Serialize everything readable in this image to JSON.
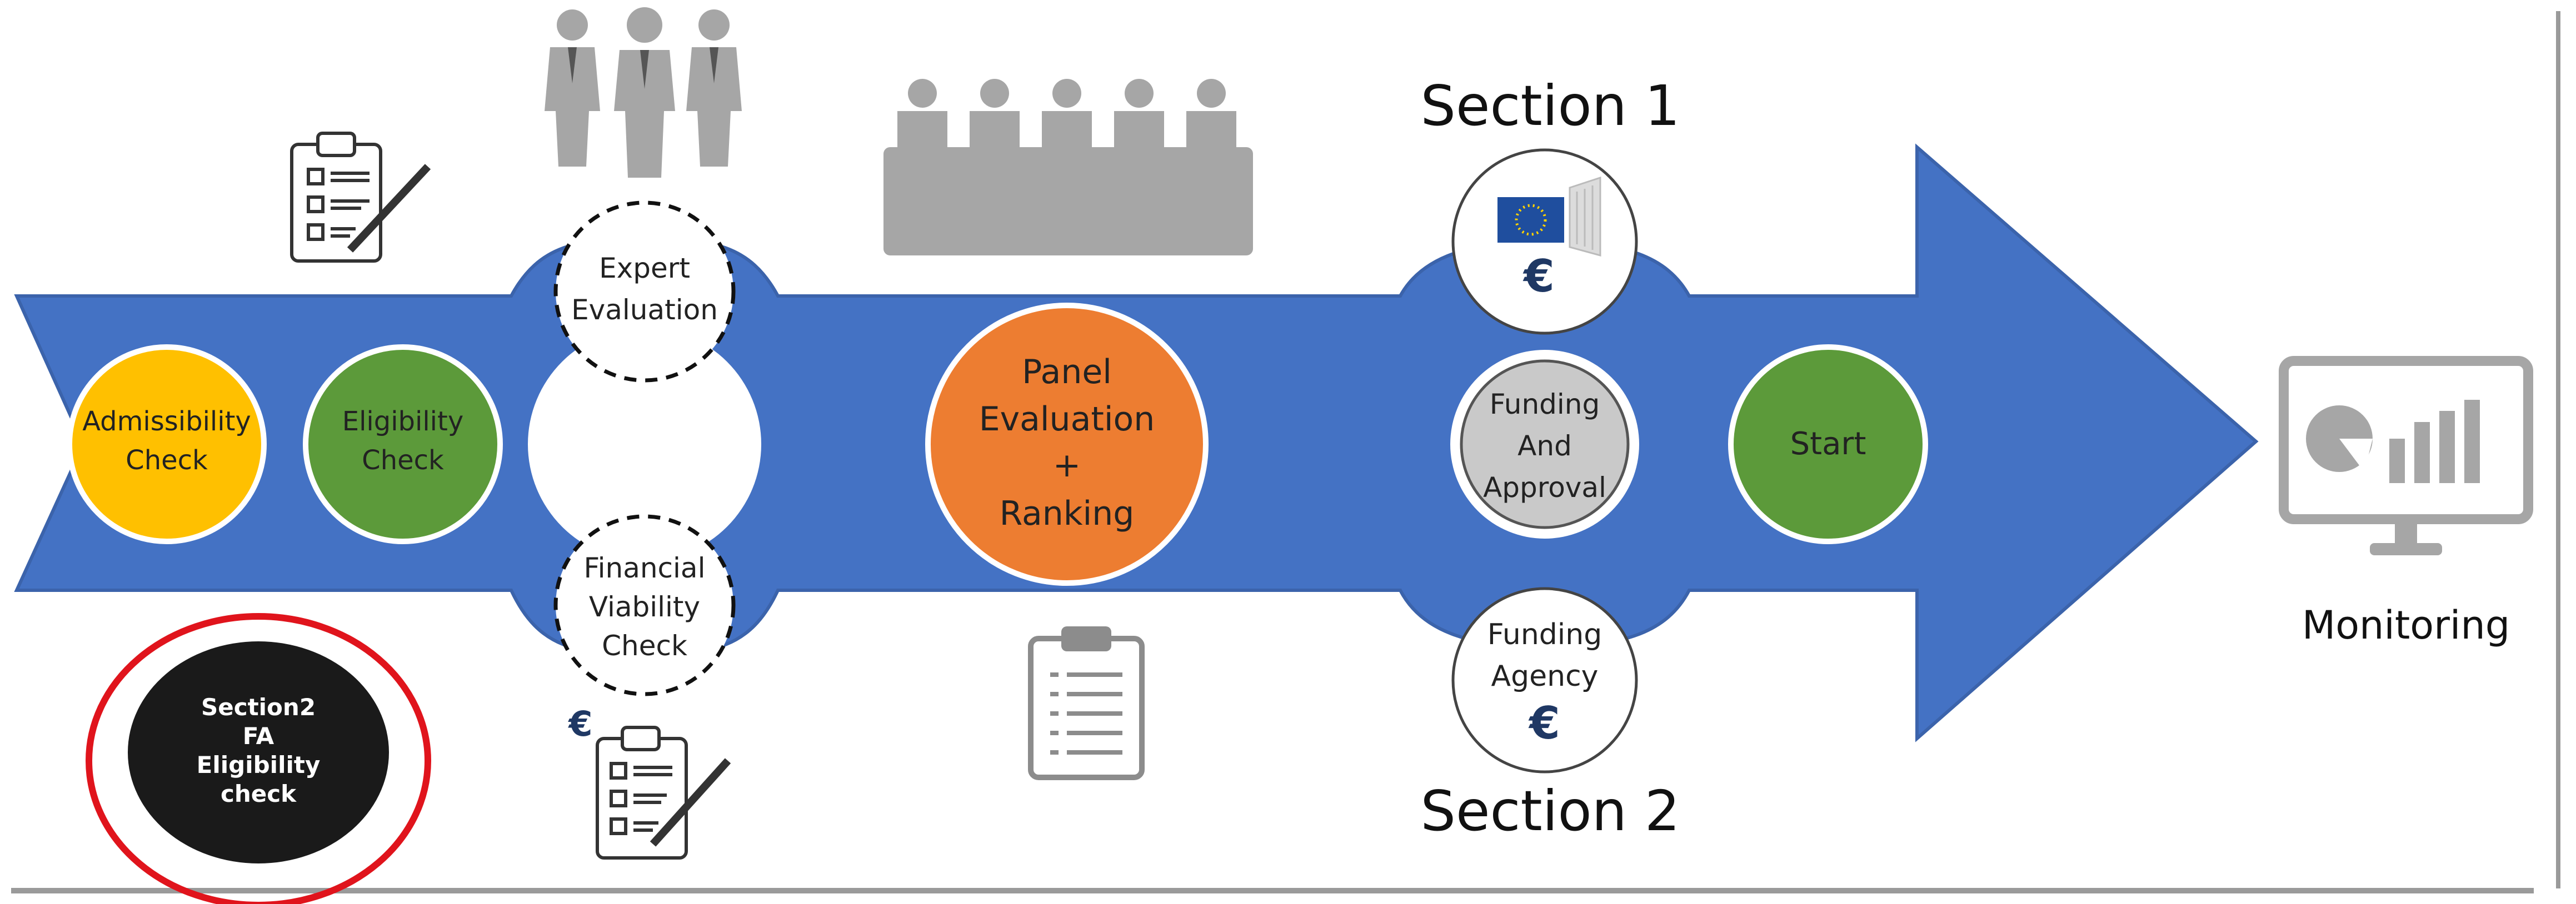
{
  "steps": {
    "admissibility": [
      "Admissibility",
      "Check"
    ],
    "eligibility": [
      "Eligibility",
      "Check"
    ],
    "expert": [
      "Expert",
      "Evaluation"
    ],
    "financial": [
      "Financial",
      "Viability",
      "Check"
    ],
    "panel": [
      "Panel",
      "Evaluation",
      "+",
      "Ranking"
    ],
    "funding_approval": [
      "Funding",
      "And",
      "Approval"
    ],
    "funding_agency": [
      "Funding",
      "Agency"
    ],
    "start": [
      "Start"
    ],
    "section2_fa": [
      "Section2",
      "FA",
      "Eligibility",
      "check"
    ]
  },
  "labels": {
    "section1": "Section 1",
    "section2": "Section 2",
    "monitoring": "Monitoring",
    "euro": "€"
  },
  "icons": [
    "checklist-icon",
    "experts-icon",
    "panel-table-icon",
    "eu-commission-icon",
    "clipboard-icon",
    "checklist-euro-icon",
    "monitor-dashboard-icon"
  ],
  "colors": {
    "arrow": "#4472c4",
    "admissibility": "#ffc000",
    "eligibility": "#5c9a3a",
    "panel": "#ed7d31",
    "start": "#5c9a3a",
    "approval": "#c9c9c9",
    "section2_fa": "#1a1a1a",
    "highlight": "#e0141c",
    "icon_gray": "#a6a6a6"
  }
}
